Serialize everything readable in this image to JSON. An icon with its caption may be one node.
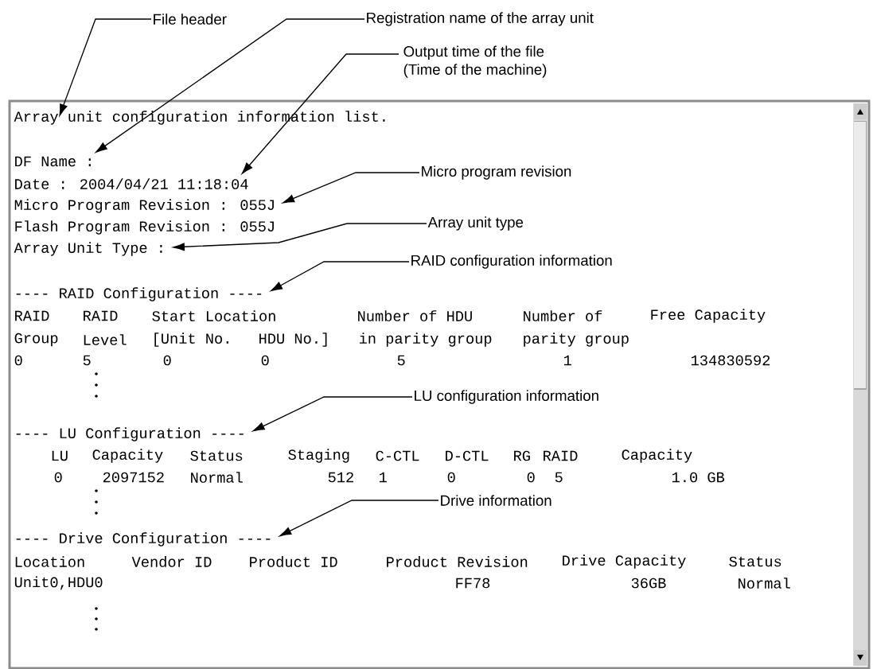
{
  "diagram": {
    "nodes": [
      {
        "text": [
          "File header"
        ]
      },
      {
        "text": [
          "Registration name of the array unit"
        ]
      },
      {
        "text": [
          "Output time of the file",
          "(Time of the machine)"
        ]
      },
      {
        "text": [],
        "shape": "box"
      },
      {
        "text": [
          "Array unit configuration information list."
        ],
        "in": 3
      },
      {
        "text": [
          "DF Name :"
        ],
        "in": 3
      },
      {
        "text": [
          "Date : 2004/04/21 11:18:04"
        ],
        "in": 3
      },
      {
        "text": [
          "Micro Program Revision : 055J"
        ],
        "in": 3
      },
      {
        "text": [
          "Micro program revision"
        ],
        "in": 3
      },
      {
        "text": [
          "Array unit type"
        ],
        "in": 3
      },
      {
        "text": [
          "Array Unit Type :"
        ],
        "in": 3
      },
      {
        "text": [
          "RAID configuration information"
        ],
        "in": 3
      },
      {
        "text": [
          "---- RAID Configuration ----"
        ],
        "in": 3
      },
      {
        "text": [
          "LU configuration information"
        ],
        "in": 3
      },
      {
        "text": [
          "---- LU Configuration ----"
        ],
        "in": 3
      },
      {
        "text": [
          "Drive information"
        ],
        "in": 3
      },
      {
        "text": [
          "---- Drive Configuration ----"
        ],
        "in": 3
      }
    ],
    "edges": [
      {
        "from": 0,
        "to": 4,
        "arrow": "to"
      },
      {
        "from": 1,
        "to": 5,
        "arrow": "to"
      },
      {
        "from": 2,
        "to": 6,
        "arrow": "to"
      },
      {
        "from": 8,
        "to": 7,
        "arrow": "to"
      },
      {
        "from": 9,
        "to": 10,
        "arrow": "to"
      },
      {
        "from": 11,
        "to": 12,
        "arrow": "to"
      },
      {
        "from": 13,
        "to": 14,
        "arrow": "to"
      },
      {
        "from": 15,
        "to": 16,
        "arrow": "to"
      }
    ],
    "labels": [
      "Flash Program Revision : 055J",
      "RAID",
      "RAID",
      "Start Location",
      "Number of HDU",
      "Number of",
      "Free Capacity",
      "Group",
      "Level",
      "[Unit No.",
      "HDU No.]",
      "in parity group",
      "parity group",
      "0",
      "5",
      "0",
      "0",
      "5",
      "1",
      "134830592",
      "LU",
      "Capacity",
      "Status",
      "Staging",
      "C-CTL",
      "D-CTL",
      "RG",
      "RAID",
      "Capacity",
      "0",
      "2097152",
      "Normal",
      "512",
      "1",
      "0",
      "0",
      "5",
      "1.0 GB",
      "Location",
      "Vendor ID",
      "Product ID",
      "Product Revision",
      "Drive Capacity",
      "Status",
      "Unit0,HDU0",
      "FF78",
      "36GB",
      "Normal"
    ]
  }
}
